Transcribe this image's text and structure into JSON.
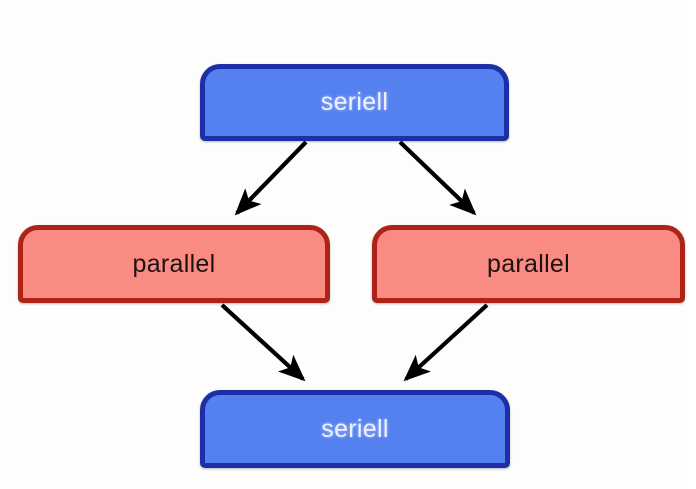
{
  "diagram": {
    "type": "flowchart",
    "background_color": "#fdfdfc",
    "nodes": [
      {
        "id": "seriell-top",
        "label": "seriell",
        "shape": "rounded-rectangle",
        "fill_color": "#5580f0",
        "border_color": "#1c2fa6",
        "text_color": "#eef2ff"
      },
      {
        "id": "parallel-left",
        "label": "parallel",
        "shape": "rounded-rectangle",
        "fill_color": "#fa8b82",
        "border_color": "#ae2317",
        "text_color": "#1d1210"
      },
      {
        "id": "parallel-right",
        "label": "parallel",
        "shape": "rounded-rectangle",
        "fill_color": "#fa8b82",
        "border_color": "#ae2317",
        "text_color": "#1d1210"
      },
      {
        "id": "seriell-bottom",
        "label": "seriell",
        "shape": "rounded-rectangle",
        "fill_color": "#5580f0",
        "border_color": "#1c2fa6",
        "text_color": "#eef2ff"
      }
    ],
    "edges": [
      {
        "id": "edge-top-to-left",
        "from": "seriell-top",
        "to": "parallel-left",
        "style": "solid-arrow",
        "color": "#000000"
      },
      {
        "id": "edge-top-to-right",
        "from": "seriell-top",
        "to": "parallel-right",
        "style": "solid-arrow",
        "color": "#000000"
      },
      {
        "id": "edge-left-to-bottom",
        "from": "parallel-left",
        "to": "seriell-bottom",
        "style": "solid-arrow",
        "color": "#000000"
      },
      {
        "id": "edge-right-to-bottom",
        "from": "parallel-right",
        "to": "seriell-bottom",
        "style": "solid-arrow",
        "color": "#000000"
      }
    ]
  }
}
